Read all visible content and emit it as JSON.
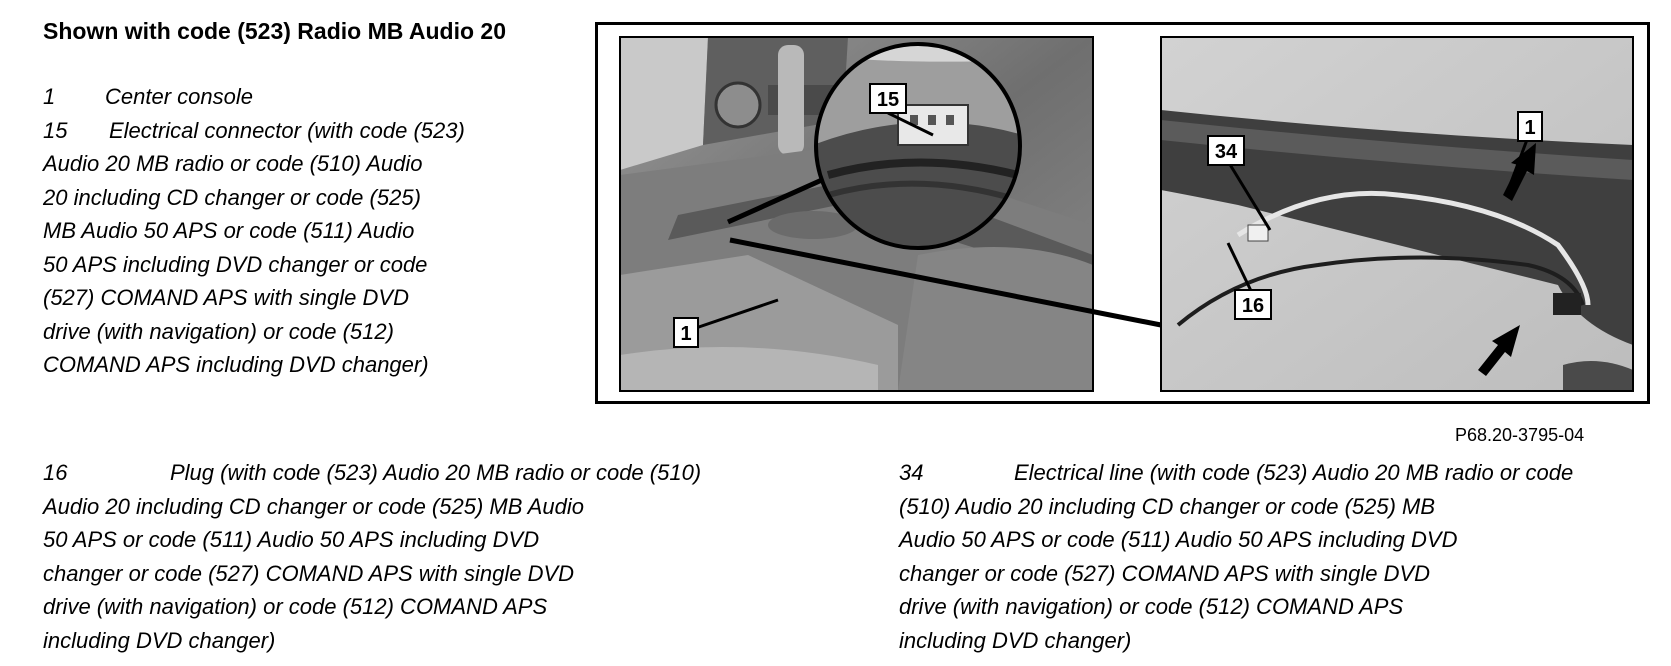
{
  "heading": "Shown with code (523) Radio MB Audio 20",
  "legend_top": {
    "item1": {
      "num": "1",
      "text": "Center console"
    },
    "item15": {
      "num": "15",
      "lines": [
        "Electrical connector (with code (523)",
        "Audio 20 MB radio or code (510) Audio",
        "20 including CD changer or code (525)",
        "MB Audio 50 APS or code (511) Audio",
        "50 APS including DVD changer or code",
        "(527) COMAND APS with single DVD",
        "drive (with navigation) or code (512)",
        "COMAND APS including DVD changer)"
      ]
    }
  },
  "figure": {
    "callouts": {
      "c15": "15",
      "c1_left": "1",
      "c34": "34",
      "c16": "16",
      "c1_right": "1"
    },
    "caption": "P68.20-3795-04"
  },
  "legend_bottom": {
    "item16": {
      "num": "16",
      "lines": [
        "Plug (with code (523) Audio 20 MB radio or code (510)",
        "Audio 20 including CD changer or code (525) MB Audio",
        "50 APS or code (511) Audio 50 APS including DVD",
        "changer or code  (527) COMAND APS with single DVD",
        "drive (with navigation) or code (512) COMAND APS",
        "including DVD changer)"
      ]
    },
    "item34": {
      "num": "34",
      "lines": [
        "Electrical line (with code (523) Audio 20 MB radio or code",
        "(510) Audio 20 including CD changer or code (525) MB",
        "Audio 50 APS or code (511) Audio 50 APS including DVD",
        "changer or code  (527) COMAND APS with single DVD",
        "drive (with navigation) or code (512) COMAND APS",
        "including DVD changer)"
      ]
    }
  }
}
